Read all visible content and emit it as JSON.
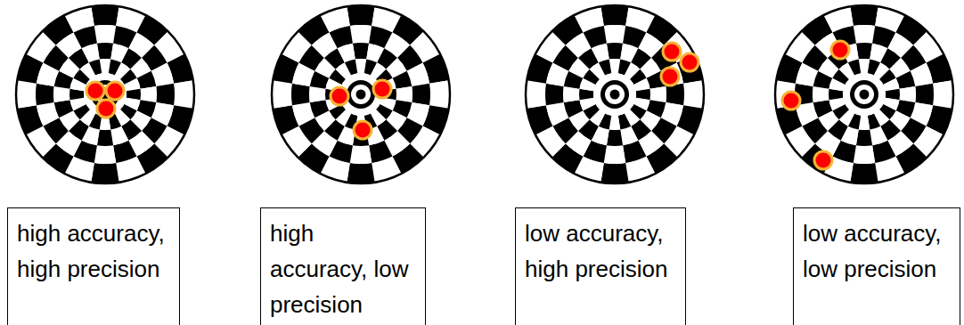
{
  "diagram": {
    "nodes": [
      {
        "text": [
          "high accuracy, high precision"
        ]
      },
      {
        "text": [
          "high accuracy, low precision"
        ]
      },
      {
        "text": [
          "low accuracy, high precision"
        ]
      },
      {
        "text": [
          "low accuracy, low precision"
        ]
      }
    ]
  }
}
